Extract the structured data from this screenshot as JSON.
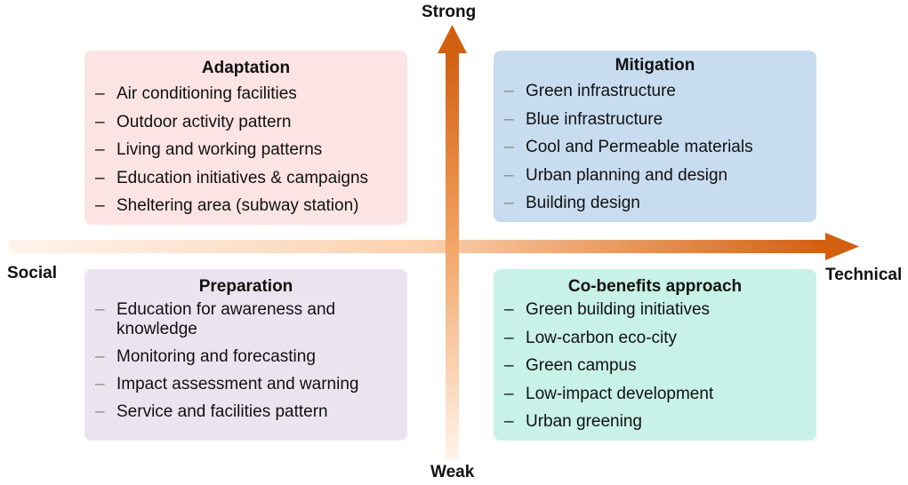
{
  "axes": {
    "top_label": "Strong",
    "bottom_label": "Weak",
    "left_label": "Social",
    "right_label": "Technical",
    "arrow_color_strong": "#d35f10",
    "arrow_color_weak": "#fde4cf"
  },
  "quadrants": {
    "adaptation": {
      "title": "Adaptation",
      "bg_color": "#fde4e4",
      "items": [
        "Air conditioning facilities",
        "Outdoor activity pattern",
        "Living and working patterns",
        "Education initiatives & campaigns",
        "Sheltering area (subway station)"
      ]
    },
    "mitigation": {
      "title": "Mitigation",
      "bg_color": "#c8dcef",
      "items": [
        "Green infrastructure",
        "Blue infrastructure",
        "Cool and Permeable materials",
        "Urban planning and design",
        "Building design"
      ]
    },
    "preparation": {
      "title": "Preparation",
      "bg_color": "#ece3f0",
      "items": [
        "Education for awareness and knowledge",
        "Monitoring and forecasting",
        "Impact assessment and warning",
        "Service and facilities pattern"
      ]
    },
    "cobenefits": {
      "title": "Co-benefits approach",
      "bg_color": "#c8f2e7",
      "items": [
        "Green building initiatives",
        "Low-carbon eco-city",
        "Green campus",
        "Low-impact development",
        "Urban greening"
      ]
    }
  },
  "bullet_char": "–"
}
